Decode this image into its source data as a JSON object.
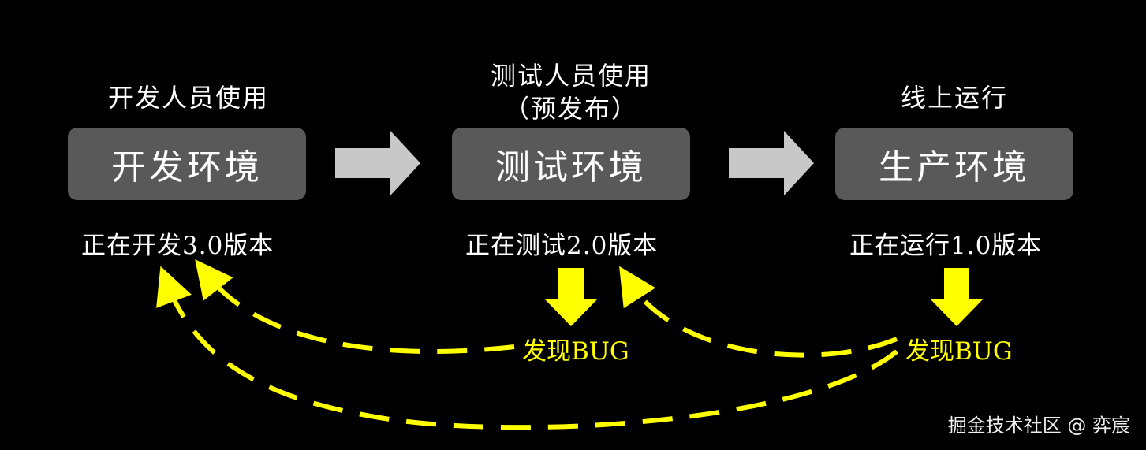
{
  "colors": {
    "background": "#000000",
    "box": "#595959",
    "gray_arrow": "#c8c8c8",
    "bug_yellow": "#ffff00",
    "text": "#ffffff"
  },
  "stages": [
    {
      "role_line1": "开发人员使用",
      "role_line2": "",
      "env": "开发环境",
      "status": "正在开发3.0版本"
    },
    {
      "role_line1": "测试人员使用",
      "role_line2": "（预发布）",
      "env": "测试环境",
      "status": "正在测试2.0版本",
      "bug": "发现BUG"
    },
    {
      "role_line1": "线上运行",
      "role_line2": "",
      "env": "生产环境",
      "status": "正在运行1.0版本",
      "bug": "发现BUG"
    }
  ],
  "watermark": "掘金技术社区 @ 弈宸"
}
